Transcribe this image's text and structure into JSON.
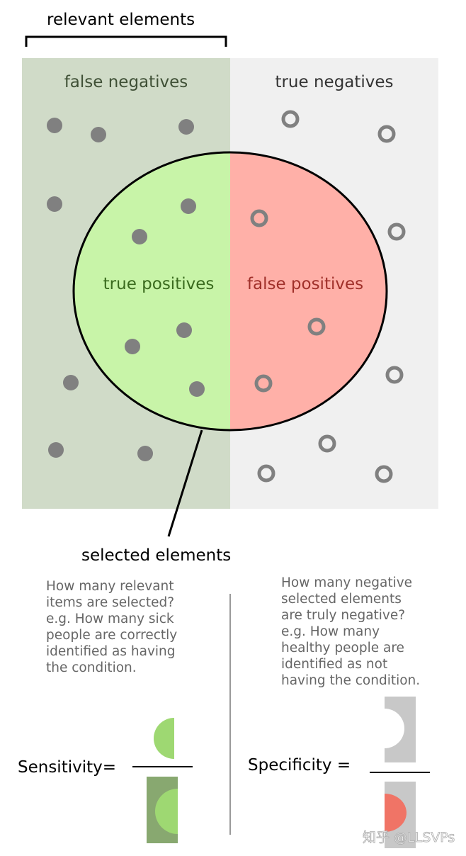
{
  "top_label": "relevant elements",
  "regions": {
    "false_negatives": "false negatives",
    "true_negatives": "true negatives",
    "true_positives": "true positives",
    "false_positives": "false positives"
  },
  "selected_label": "selected elements",
  "sensitivity": {
    "label": "Sensitivity=",
    "description": [
      "How many relevant",
      "items are selected?",
      "e.g. How many sick",
      "people are correctly",
      "identified as having",
      "the condition."
    ]
  },
  "specificity": {
    "label": "Specificity =",
    "description": [
      "How many negative",
      "selected elements",
      "are truly negative?",
      "e.g. How many",
      "healthy people are",
      "identified as not",
      "having the condition."
    ]
  },
  "watermark": "知乎 @LLSVPs",
  "colors": {
    "relevant_bg": "#d0dbc8",
    "irrelevant_bg": "#f0f0f0",
    "true_positive": "#c8f4a8",
    "false_positive": "#ffb0a8",
    "point": "#808080"
  }
}
